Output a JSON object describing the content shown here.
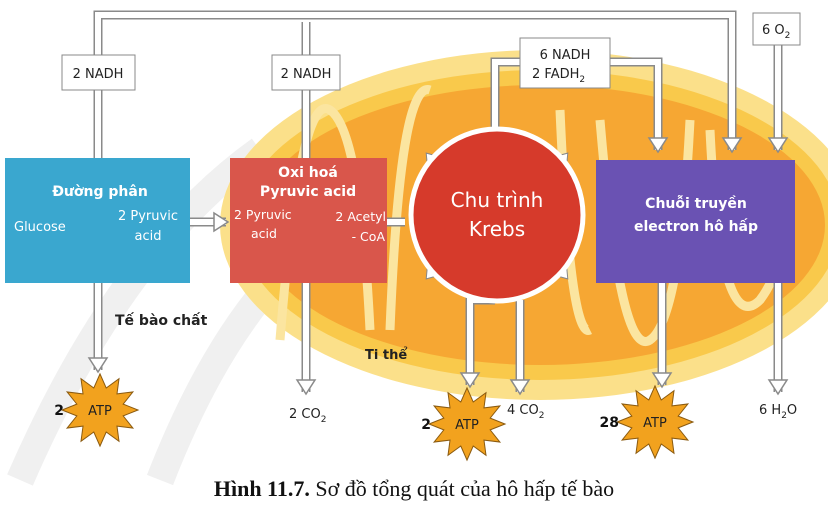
{
  "stages": {
    "glycolysis": {
      "title": "Đường phân",
      "input": "Glucose",
      "output_line1": "2 Pyruvic",
      "output_line2": "acid"
    },
    "pyruvate_oxidation": {
      "title_line1": "Oxi hoá",
      "title_line2": "Pyruvic acid",
      "input_line1": "2 Pyruvic",
      "input_line2": "acid",
      "output_line1": "2 Acetyl",
      "output_line2": "- CoA"
    },
    "krebs": {
      "title_line1": "Chu trình",
      "title_line2": "Krebs"
    },
    "etc": {
      "title_line1": "Chuỗi truyền",
      "title_line2": "electron hô hấp"
    }
  },
  "labels": {
    "nadh_1": "2 NADH",
    "nadh_2": "2 NADH",
    "krebs_nadh": "6 NADH",
    "krebs_fadh": "2 FADH",
    "krebs_fadh_sub": "2",
    "o2": "6 O",
    "o2_sub": "2",
    "cytoplasm": "Tế bào chất",
    "mitochondrion": "Ti thể",
    "co2_1": "2 CO",
    "co2_1_sub": "2",
    "co2_2": "4 CO",
    "co2_2_sub": "2",
    "h2o_pre": "6 H",
    "h2o_sub": "2",
    "h2o_post": "O"
  },
  "atp": [
    {
      "count": "2",
      "label": "ATP"
    },
    {
      "count": "2",
      "label": "ATP"
    },
    {
      "count": "28",
      "label": "ATP"
    }
  ],
  "caption": {
    "number": "Hình 11.7.",
    "text": " Sơ đồ tổng quát của hô hấp tế bào"
  },
  "colors": {
    "glycolysis": "#3aa7cf",
    "pyruvate": "#d9564b",
    "krebs": "#d63a2b",
    "etc": "#6a52b3",
    "atp": "#f2a21e"
  }
}
